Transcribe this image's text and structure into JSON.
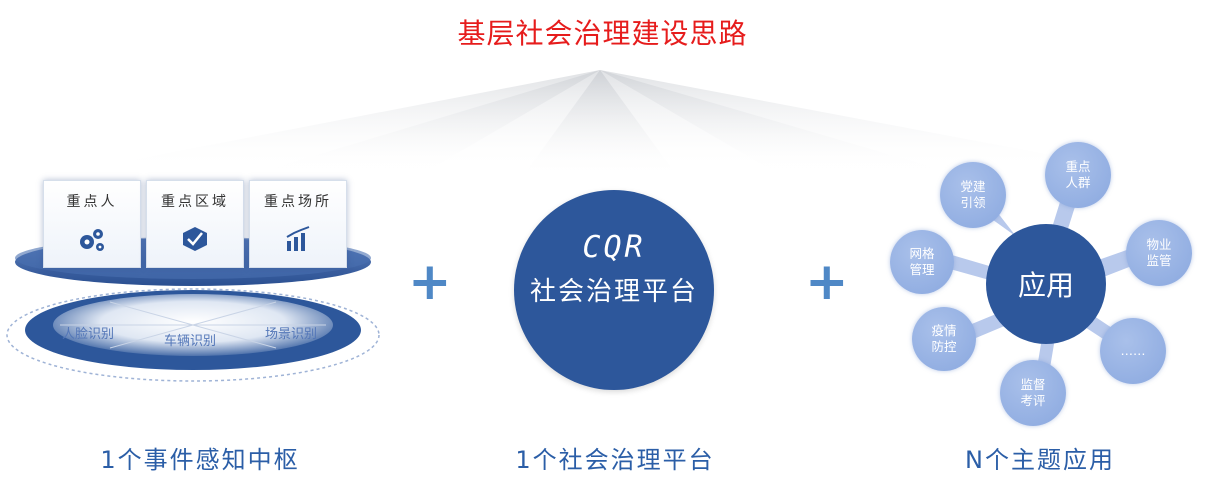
{
  "title": "基层社会治理建设思路",
  "left": {
    "cards": [
      {
        "label": "重点人",
        "icon": "gears-icon"
      },
      {
        "label": "重点区域",
        "icon": "area-badge-icon"
      },
      {
        "label": "重点场所",
        "icon": "bar-chart-icon"
      }
    ],
    "ring_labels": [
      "人脸识别",
      "车辆识别",
      "场景识别"
    ],
    "caption": "1个事件感知中枢"
  },
  "plus_symbol": "+",
  "center": {
    "logo": "CQR",
    "platform": "社会治理平台",
    "caption": "1个社会治理平台"
  },
  "right": {
    "hub": "应用",
    "satellites": [
      {
        "line1": "党建",
        "line2": "引领"
      },
      {
        "line1": "重点",
        "line2": "人群"
      },
      {
        "line1": "网格",
        "line2": "管理"
      },
      {
        "line1": "物业",
        "line2": "监管"
      },
      {
        "line1": "疫情",
        "line2": "防控"
      },
      {
        "line1": "……",
        "line2": ""
      },
      {
        "line1": "监督",
        "line2": "考评"
      }
    ],
    "caption": "N个主题应用"
  },
  "colors": {
    "title": "#e61c1c",
    "caption": "#2b5ea7",
    "plus": "#4f88c6",
    "dark_blue": "#2d579b",
    "satellite": "#96afe2",
    "spoke": "#b8c9ec"
  }
}
